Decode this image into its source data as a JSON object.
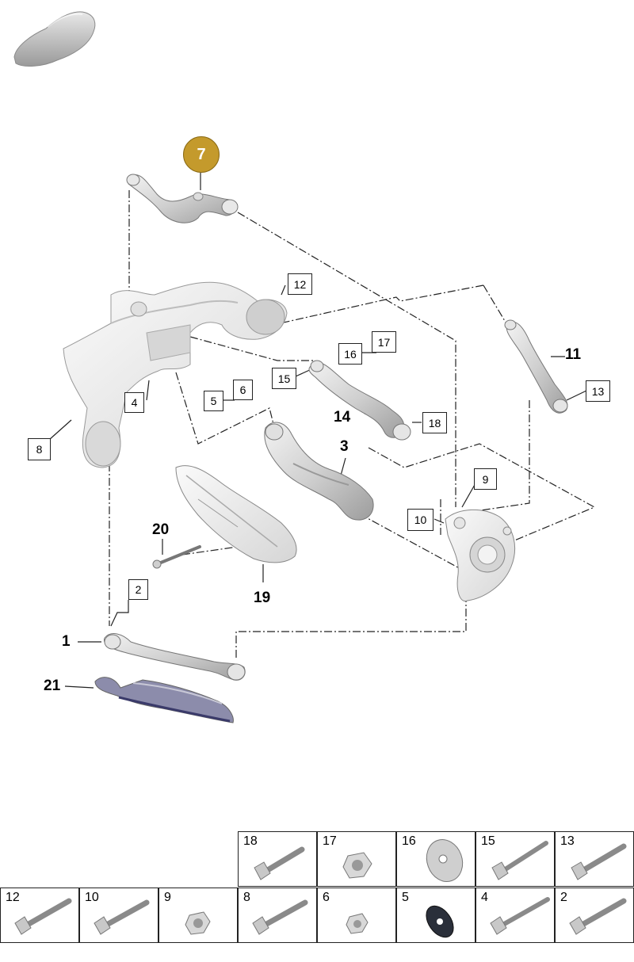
{
  "thumbnail": {
    "icon": "car-silhouette-icon"
  },
  "highlighted": {
    "label": "7",
    "color": "#c49a2c"
  },
  "bold_labels": [
    "1",
    "3",
    "11",
    "14",
    "19",
    "20",
    "21"
  ],
  "box_labels": [
    "2",
    "4",
    "5",
    "6",
    "8",
    "9",
    "10",
    "12",
    "13",
    "15",
    "16",
    "17",
    "18"
  ],
  "fastener_table": {
    "row1": [
      "18",
      "17",
      "16",
      "15",
      "13"
    ],
    "row2": [
      "12",
      "10",
      "9",
      "8",
      "6",
      "5",
      "4",
      "2"
    ]
  }
}
